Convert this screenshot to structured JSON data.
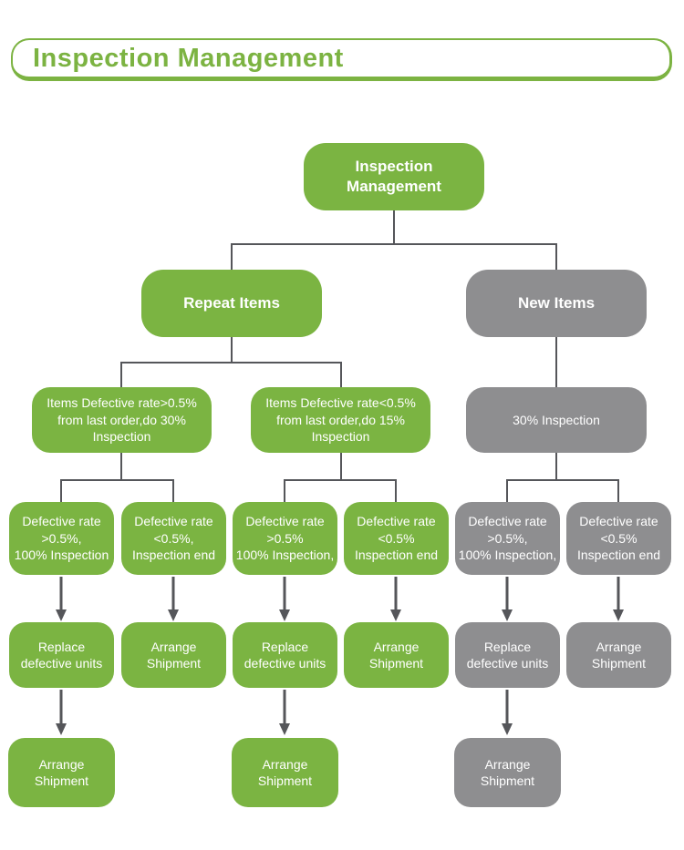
{
  "header": {
    "title": "Inspection Management"
  },
  "colors": {
    "green": "#7bb442",
    "gray": "#8e8e90",
    "line": "#55565a",
    "title": "#7cb342",
    "node_text": "#ffffff",
    "background": "#ffffff"
  },
  "flowchart": {
    "root": "Inspection\nManagement",
    "repeat_items": "Repeat Items",
    "new_items": "New Items",
    "repeat_high": "Items Defective rate>0.5%\nfrom last order,do 30%\nInspection",
    "repeat_low": "Items Defective rate<0.5%\nfrom last order,do 15%\nInspection",
    "new_30_inspection": "30% Inspection",
    "d1_high": "Defective rate\n>0.5%,\n100% Inspection",
    "d1_low": "Defective rate\n<0.5%,\nInspection end",
    "d2_high": "Defective rate\n>0.5%\n100% Inspection,",
    "d2_low": "Defective rate\n<0.5%\nInspection end",
    "d3_high": "Defective rate\n>0.5%,\n100% Inspection,",
    "d3_low": "Defective rate\n<0.5%\nInspection end",
    "a1_replace": "Replace\ndefective units",
    "a1_ship": "Arrange\nShipment",
    "a2_replace": "Replace\ndefective units",
    "a2_ship": "Arrange\nShipment",
    "a3_replace": "Replace\ndefective units",
    "a3_ship": "Arrange\nShipment",
    "f1_ship": "Arrange\nShipment",
    "f2_ship": "Arrange\nShipment",
    "f3_ship": "Arrange\nShipment"
  }
}
